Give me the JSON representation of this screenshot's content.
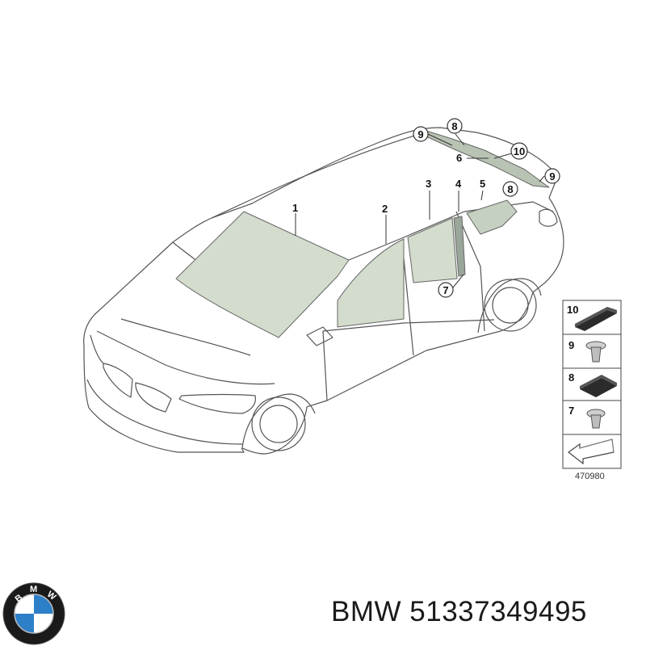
{
  "callouts": {
    "c1": "1",
    "c2": "2",
    "c3": "3",
    "c4": "4",
    "c5": "5",
    "c6": "6",
    "c7": "7",
    "c8a": "8",
    "c8b": "8",
    "c9a": "9",
    "c9b": "9",
    "c10": "10"
  },
  "legend": {
    "items": [
      "10",
      "9",
      "8",
      "7"
    ],
    "drawing_number": "470980"
  },
  "caption": {
    "brand": "BMW",
    "part_number": "51337349495"
  },
  "logo": {
    "text": "BMW",
    "colors": {
      "ring": "#1a1a1a",
      "blue": "#2d7fc8",
      "white": "#ffffff"
    }
  }
}
